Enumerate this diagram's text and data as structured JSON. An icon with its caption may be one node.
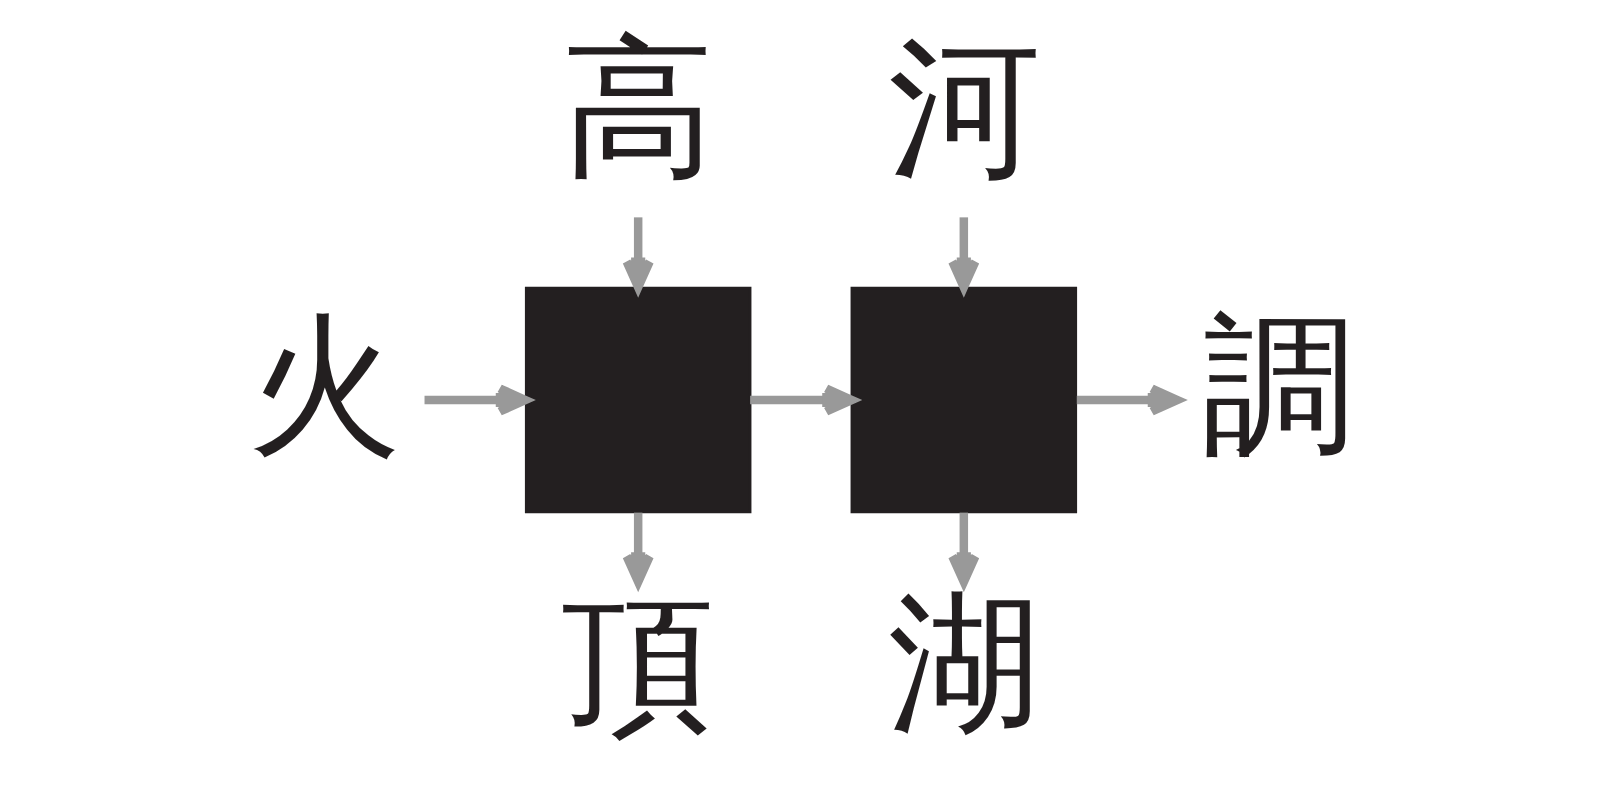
{
  "diagram": {
    "nodes": [
      {
        "text": [
          "高"
        ]
      },
      {
        "text": [
          "河"
        ]
      },
      {
        "text": [
          "火"
        ]
      },
      {
        "text": [],
        "shape": "box"
      },
      {
        "text": [],
        "shape": "box"
      },
      {
        "text": [
          "調"
        ]
      },
      {
        "text": [
          "頂"
        ]
      },
      {
        "text": [
          "湖"
        ]
      }
    ],
    "edges": [
      {
        "from": 2,
        "to": 3,
        "arrow": "to"
      },
      {
        "from": 0,
        "to": 3,
        "arrow": "to"
      },
      {
        "from": 3,
        "to": 4,
        "arrow": "to"
      },
      {
        "from": 1,
        "to": 4,
        "arrow": "to"
      },
      {
        "from": 4,
        "to": 5,
        "arrow": "to"
      },
      {
        "from": 3,
        "to": 6,
        "arrow": "to"
      },
      {
        "from": 4,
        "to": 7,
        "arrow": "to"
      }
    ]
  }
}
